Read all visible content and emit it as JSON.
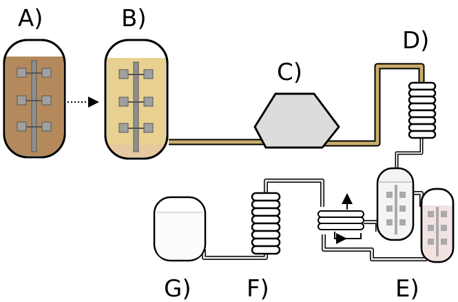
{
  "labels": {
    "a": "A)",
    "b": "B)",
    "c": "C)",
    "d": "D)",
    "e": "E)",
    "f": "F)",
    "g": "G)"
  },
  "colors": {
    "outline": "#000000",
    "brown_liquid": "#b48a5c",
    "yellow_liquid": "#e8d190",
    "tube_gold": "#c9ad6a",
    "tube_light": "#e2e2e2",
    "centrifuge_gray": "#dcdcdc",
    "paddle_gray": "#9a9a9a",
    "pink_tank": "#f3e2e2"
  }
}
